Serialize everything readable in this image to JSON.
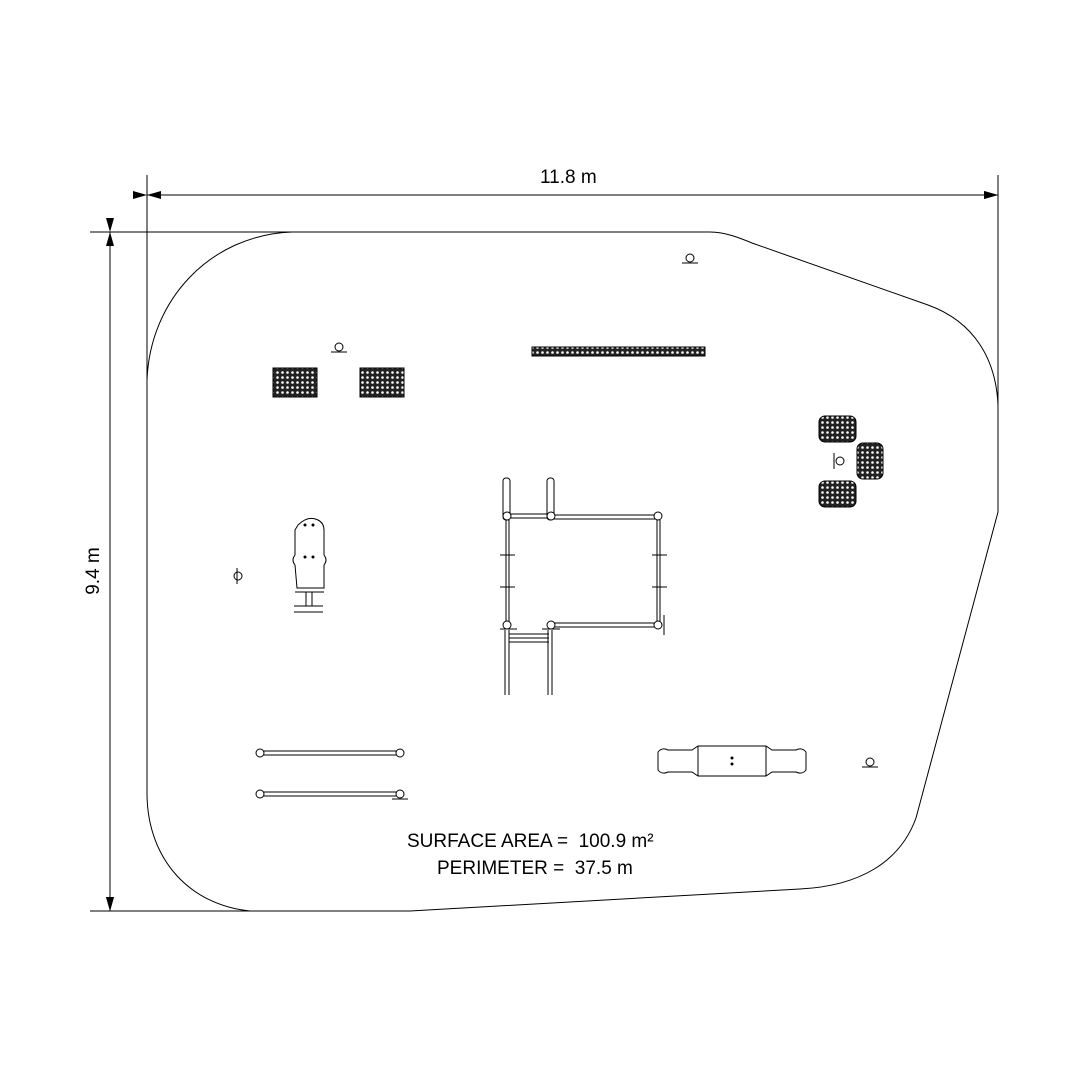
{
  "dimensions": {
    "width_label": "11.8 m",
    "height_label": "9.4 m"
  },
  "summary": {
    "surface_area": "SURFACE AREA =  100.9 m²",
    "perimeter": "PERIMETER =  37.5 m"
  },
  "colors": {
    "line": "#000000",
    "background": "#ffffff"
  }
}
